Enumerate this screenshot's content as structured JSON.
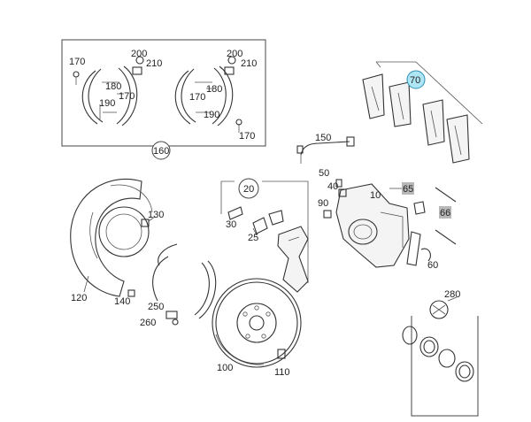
{
  "diagram": {
    "labels": {
      "l170a": "170",
      "l200a": "200",
      "l210a": "210",
      "l180a": "180",
      "l170b": "170",
      "l190a": "190",
      "l200b": "200",
      "l210b": "210",
      "l180b": "180",
      "l170c": "170",
      "l190b": "190",
      "l170d": "170",
      "l160": "160",
      "l150": "150",
      "l70": "70",
      "l20": "20",
      "l30": "30",
      "l25": "25",
      "l130": "130",
      "l120": "120",
      "l140": "140",
      "l250": "250",
      "l260": "260",
      "l100": "100",
      "l110": "110",
      "l50": "50",
      "l40": "40",
      "l90": "90",
      "l10": "10",
      "l65": "65",
      "l66": "66",
      "l60": "60",
      "l280": "280"
    },
    "colors": {
      "line": "#333333",
      "highlight_circle": "#aee6f5",
      "highlight_stroke": "#2a8fb8",
      "grey_box": "#b8b8b8"
    }
  }
}
